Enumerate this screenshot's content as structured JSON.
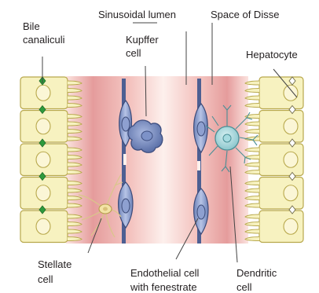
{
  "labels": {
    "bile_canaliculi": [
      "Bile",
      "canaliculi"
    ],
    "sinusoidal_lumen": "Sinusoidal lumen",
    "space_of_disse": "Space of Disse",
    "kupffer_cell": [
      "Kupffer",
      "cell"
    ],
    "hepatocyte": "Hepatocyte",
    "stellate_cell": [
      "Stellate",
      "cell"
    ],
    "endothelial_cell": [
      "Endothelial cell",
      "with fenestrate"
    ],
    "dendritic_cell": [
      "Dendritic",
      "cell"
    ]
  },
  "colors": {
    "hepatocyte_fill": "#f7f2c0",
    "hepatocyte_outline": "#b8a84c",
    "canaliculus_marker": "#2e9a3c",
    "sinusoid_pink": "#e9a4a2",
    "sinusoid_light": "#fbe9e6",
    "endothelium": "#465a8c",
    "kupffer": "#6f85bc",
    "dendritic": "#9fd0d6",
    "stellate": "#f1e2a8",
    "leader": "#444444"
  },
  "icons": [
    "hepatocyte-cell",
    "bile-canaliculus-marker",
    "endothelial-cell",
    "kupffer-cell",
    "stellate-cell",
    "dendritic-cell"
  ]
}
